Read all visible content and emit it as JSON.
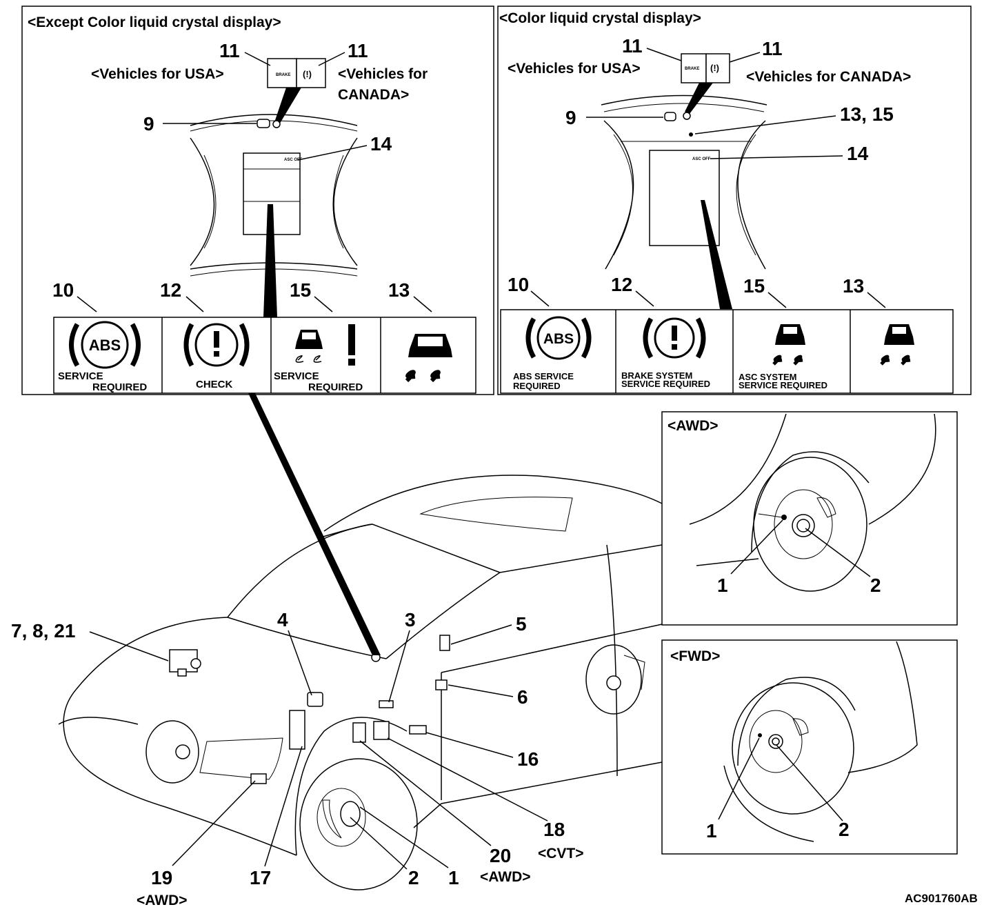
{
  "panel_left": {
    "title": "<Except Color liquid crystal display>",
    "usa": "<Vehicles for USA>",
    "canada_1": "<Vehicles for",
    "canada_2": "CANADA>",
    "lamp_brake": "BRAKE",
    "lamp_canada": "(!)",
    "asc_off": "ASC OFF",
    "callouts": {
      "c11a": "11",
      "c11b": "11",
      "c9": "9",
      "c14": "14",
      "c10": "10",
      "c12": "12",
      "c15": "15",
      "c13": "13"
    },
    "cells": [
      {
        "icon": "abs-warning-icon",
        "icon_text": "ABS",
        "label_1": "SERVICE",
        "label_2": "REQUIRED"
      },
      {
        "icon": "brake-warning-icon",
        "icon_text": "!",
        "label_1": "CHECK",
        "label_2": ""
      },
      {
        "icon": "asc-warning-icon",
        "icon_text": "!",
        "label_1": "SERVICE",
        "label_2": "REQUIRED"
      },
      {
        "icon": "asc-indicator-icon",
        "icon_text": "",
        "label_1": "",
        "label_2": ""
      }
    ]
  },
  "panel_right": {
    "title": "<Color liquid crystal display>",
    "usa": "<Vehicles for USA>",
    "canada": "<Vehicles for CANADA>",
    "lamp_brake": "BRAKE",
    "lamp_canada": "(!)",
    "asc_off": "ASC OFF",
    "callouts": {
      "c11a": "11",
      "c11b": "11",
      "c9": "9",
      "c1315": "13, 15",
      "c14": "14",
      "c10": "10",
      "c12": "12",
      "c15": "15",
      "c13": "13"
    },
    "cells": [
      {
        "icon": "abs-warning-icon",
        "icon_text": "ABS",
        "label_1": "ABS SERVICE",
        "label_2": "REQUIRED"
      },
      {
        "icon": "brake-warning-icon",
        "icon_text": "!",
        "label_1": "BRAKE SYSTEM",
        "label_2": "SERVICE REQUIRED"
      },
      {
        "icon": "asc-indicator-icon",
        "icon_text": "",
        "label_1": "ASC SYSTEM",
        "label_2": "SERVICE REQUIRED"
      },
      {
        "icon": "asc-indicator-icon",
        "icon_text": "",
        "label_1": "",
        "label_2": ""
      }
    ]
  },
  "awd_inset": {
    "title": "<AWD>",
    "c1": "1",
    "c2": "2"
  },
  "fwd_inset": {
    "title": "<FWD>",
    "c1": "1",
    "c2": "2"
  },
  "car": {
    "c7821": "7, 8, 21",
    "c4": "4",
    "c3": "3",
    "c5": "5",
    "c6": "6",
    "c16": "16",
    "c18": "18",
    "c18_sub": "<CVT>",
    "c20": "20",
    "c20_sub": "<AWD>",
    "c19": "19",
    "c19_sub": "<AWD>",
    "c17": "17",
    "c2": "2",
    "c1": "1"
  },
  "figure_code": "AC901760AB"
}
